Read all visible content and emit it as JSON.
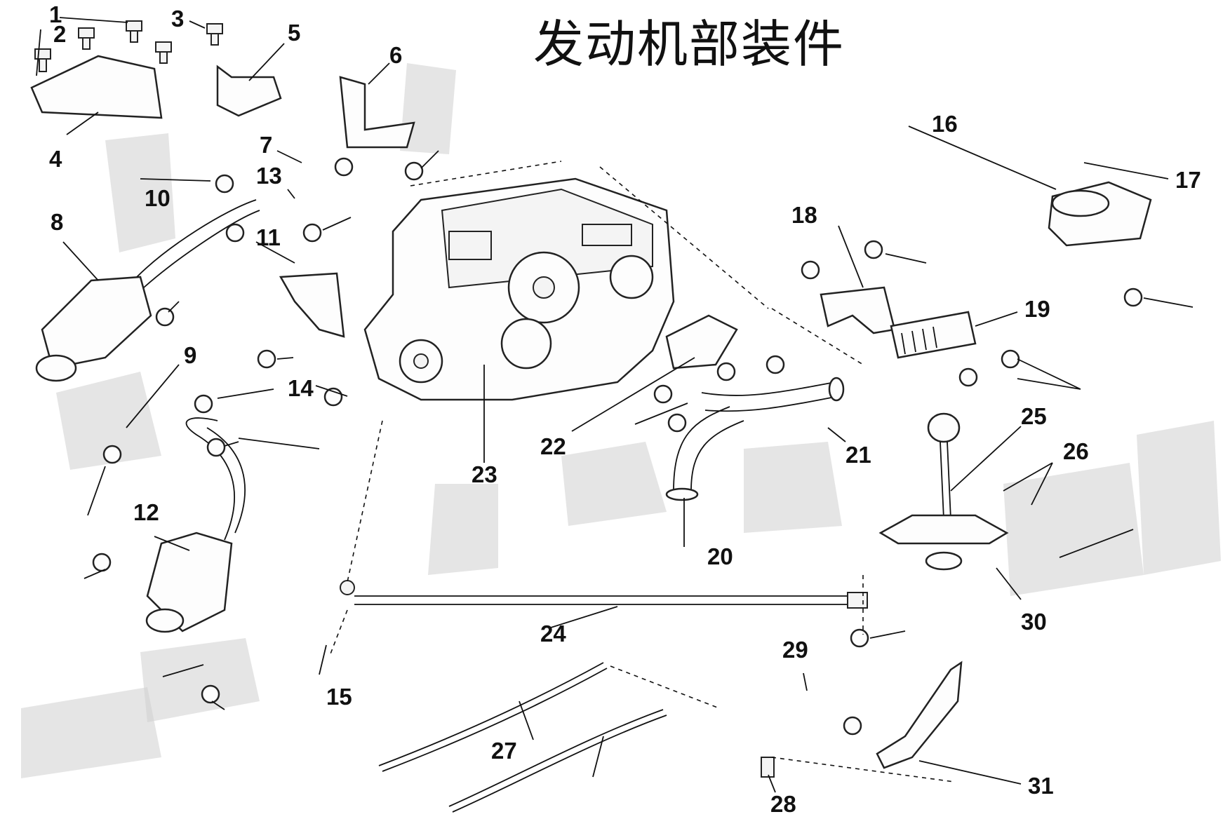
{
  "title": "发动机部装件",
  "callouts": [
    "1",
    "2",
    "3",
    "4",
    "5",
    "6",
    "7",
    "8",
    "9",
    "10",
    "11",
    "12",
    "13",
    "14",
    "15",
    "16",
    "17",
    "18",
    "19",
    "20",
    "21",
    "22",
    "23",
    "24",
    "25",
    "26",
    "27",
    "28",
    "29",
    "30",
    "31"
  ],
  "colors": {
    "line": "#111111",
    "watermark": "#cfcfcf",
    "background": "#ffffff"
  }
}
